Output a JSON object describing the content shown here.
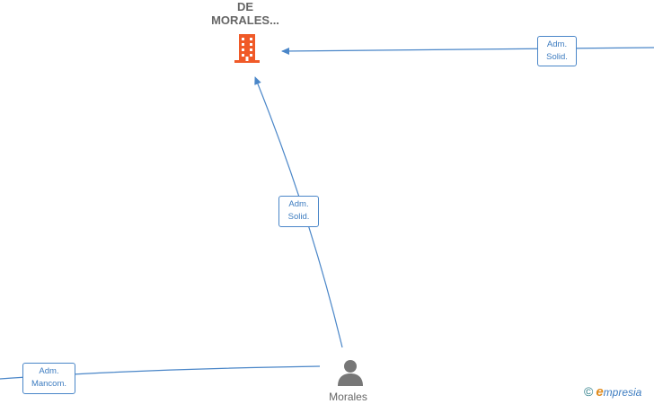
{
  "company_node": {
    "label_lines": [
      "DE",
      "MORALES..."
    ],
    "icon": "building-icon",
    "icon_color": "#f05a28"
  },
  "person_node": {
    "label": "Morales",
    "icon": "person-icon",
    "icon_color": "#777777"
  },
  "edges": [
    {
      "label_lines": [
        "Adm.",
        "Solid."
      ]
    },
    {
      "label_lines": [
        "Adm.",
        "Solid."
      ]
    },
    {
      "label_lines": [
        "Adm.",
        "Mancom."
      ]
    }
  ],
  "edge_color": "#4a86c8",
  "branding": {
    "copyright": "©",
    "e_letter": "e",
    "rest": "mpresia"
  }
}
